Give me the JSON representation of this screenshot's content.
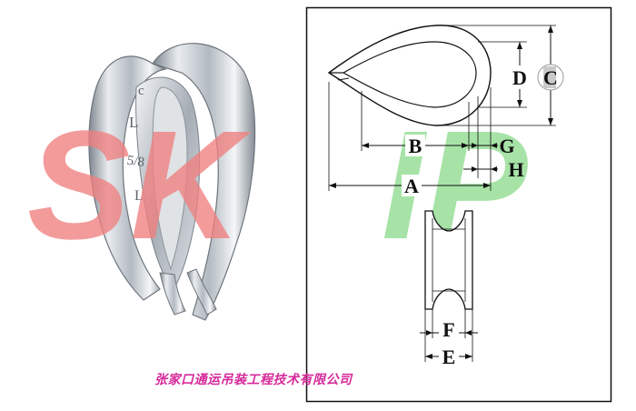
{
  "watermark": {
    "text": "SKIP",
    "color_s_k": "#f08080",
    "color_i_p": "#8fdc8f"
  },
  "product_photo": {
    "stamp_top": "c",
    "stamp_mid": "L",
    "stamp_size": "5/8",
    "stamp_bottom": "L"
  },
  "diagram": {
    "labels": {
      "A": "A",
      "B": "B",
      "C": "C",
      "D": "D",
      "E": "E",
      "F": "F",
      "G": "G",
      "H": "H"
    },
    "colors": {
      "guide_green": "#3fbf3f",
      "guide_pink": "#e88ab0"
    }
  },
  "footer": {
    "company": "张家口通运吊装工程技术有限公司",
    "color": "#d62a9a"
  }
}
